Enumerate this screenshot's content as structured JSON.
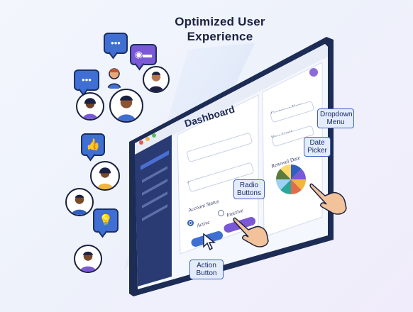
{
  "title": {
    "line1": "Optimized User",
    "line2": "Experience"
  },
  "screen": {
    "dashboard_title": "Dashboard",
    "fields": {
      "customer_name": "Customer Name",
      "credit_limit": "Credit Limit",
      "account_status": "Account Status",
      "radio_active": "Active",
      "radio_inactive": "Inactive",
      "right_customer_name": "Customer Name",
      "vow_limit": "Vow-Limit",
      "renewal_date": "Renewal Date"
    }
  },
  "tags": {
    "dropdown_menu": [
      "Dropdown",
      "Menu"
    ],
    "date_picker": [
      "Date",
      "Picker"
    ],
    "radio_buttons": [
      "Radio",
      "Buttons"
    ],
    "action_button": [
      "Action",
      "Button"
    ]
  },
  "pie_colors": [
    "#2f5fc0",
    "#7b58d6",
    "#f0b63d",
    "#e06c4c",
    "#2aa79b",
    "#9fd0f5",
    "#5b7b3a",
    "#ffd96a"
  ],
  "colors": {
    "accent_blue": "#3f6fd2",
    "accent_purple": "#7b58d6",
    "frame": "#1c2c55"
  },
  "icons": {
    "bubbles": [
      "chat-dots-icon",
      "chat-dots-icon",
      "profile-card-icon",
      "thumbs-up-icon",
      "lightbulb-icon"
    ]
  }
}
